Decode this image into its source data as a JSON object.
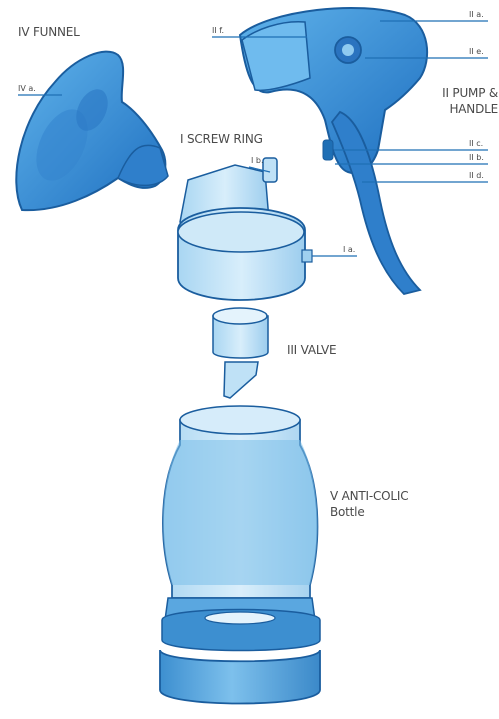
{
  "parts": {
    "funnel": "IV FUNNEL",
    "screw_ring": "I SCREW RING",
    "pump_line1": "II PUMP &",
    "pump_line2": "HANDLE",
    "valve": "III VALVE",
    "bottle_line1": "V ANTI-COLIC",
    "bottle_line2": "Bottle"
  },
  "sub_labels": {
    "iia": "II a.",
    "iie": "II e.",
    "iif": "II f.",
    "iva": "IV a.",
    "ib": "I b.",
    "ia": "I a.",
    "iic": "II c.",
    "iib": "II b.",
    "iid": "II d."
  },
  "colors": {
    "part_blue": "#4aa3df",
    "dark_blue": "#1f6fb5",
    "light_blue": "#9fd0ef",
    "outline": "#1a5d9e",
    "text": "#4a4a4a"
  }
}
